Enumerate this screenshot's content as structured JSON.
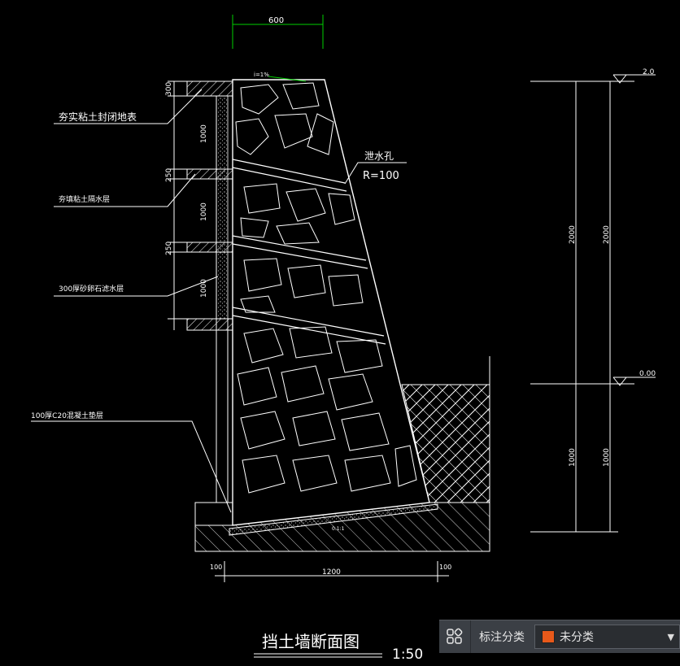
{
  "drawing": {
    "title": "挡土墙断面图",
    "scale": "1:50",
    "top_width_dim": "600",
    "slope_note": "i=1%",
    "base_dims": {
      "left": "100",
      "center": "1200",
      "right": "100"
    },
    "elevations": {
      "top": "2.0",
      "ground": "0.00"
    },
    "right_dims": {
      "upper_outer": "2000",
      "upper_inner": "2000",
      "lower_outer": "1000",
      "lower_inner": "1000"
    },
    "left_dims": {
      "d1": "300",
      "d2": "1000",
      "d3": "250",
      "d4": "1000",
      "d5": "250",
      "d6": "1000"
    },
    "base_slope_note": "0.1:1",
    "drain_note": {
      "title": "泄水孔",
      "radius": "R=100"
    },
    "callouts": {
      "top_seal": "夯实粘土封闭地表",
      "clay_waterproof": "夯填粘土隔水层",
      "gravel_filter": "300厚砂卵石滤水层",
      "cushion": "100厚C20混凝土垫层"
    }
  },
  "toolbar": {
    "label": "标注分类",
    "select_value": "未分类",
    "swatch_color": "#e8591a",
    "icon": "grid-icon",
    "arrow_icon": "chevron-down-icon"
  },
  "colors": {
    "background": "#000000",
    "dimension_green": "#00d000",
    "line": "#ffffff"
  }
}
